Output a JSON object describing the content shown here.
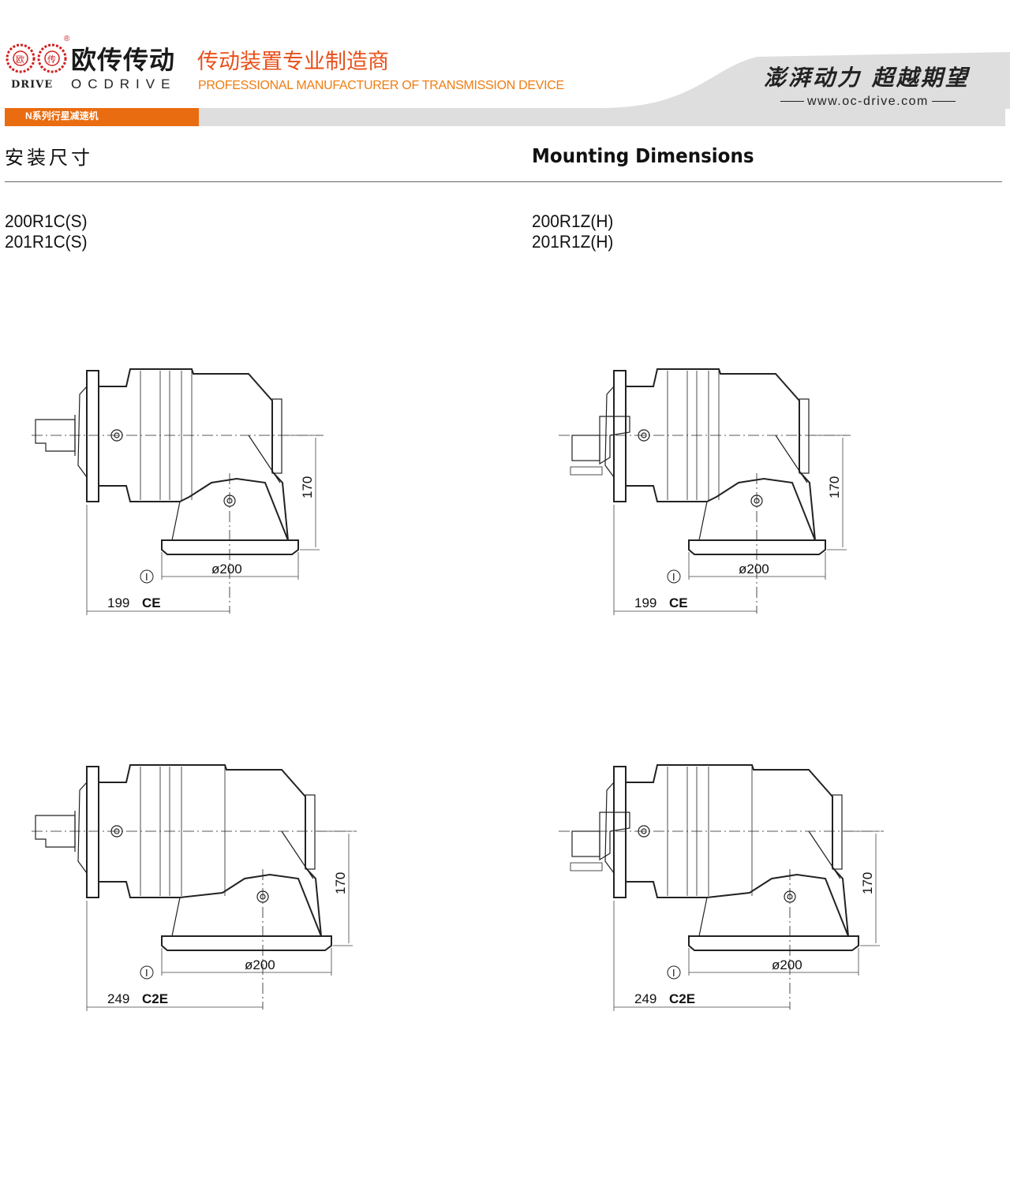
{
  "header": {
    "logo_badge_left": "欧",
    "logo_badge_right": "传",
    "logo_registered": "®",
    "logo_drive": "DRIVE",
    "brand_cn": "欧传传动",
    "brand_en": "OCDRIVE",
    "tagline_cn": "传动装置专业制造商",
    "tagline_en": "PROFESSIONAL MANUFACTURER OF TRANSMISSION DEVICE",
    "series_label": "N系列行星减速机",
    "slogan": "澎湃动力 超越期望",
    "website": "www.oc-drive.com"
  },
  "section": {
    "title_cn": "安装尺寸",
    "title_en": "Mounting Dimensions"
  },
  "models": {
    "left": [
      "200R1C(S)",
      "201R1C(S)"
    ],
    "right": [
      "200R1Z(H)",
      "201R1Z(H)"
    ]
  },
  "drawings": [
    {
      "height": "170",
      "diameter": "ø200",
      "length": "199",
      "code": "CE",
      "datum": "I"
    },
    {
      "height": "170",
      "diameter": "ø200",
      "length": "199",
      "code": "CE",
      "datum": "I"
    },
    {
      "height": "170",
      "diameter": "ø200",
      "length": "249",
      "code": "C2E",
      "datum": "I"
    },
    {
      "height": "170",
      "diameter": "ø200",
      "length": "249",
      "code": "C2E",
      "datum": "I"
    }
  ],
  "colors": {
    "orange": "#ea6c10",
    "tagline": "#e8501a",
    "grey_band": "#dedede"
  }
}
